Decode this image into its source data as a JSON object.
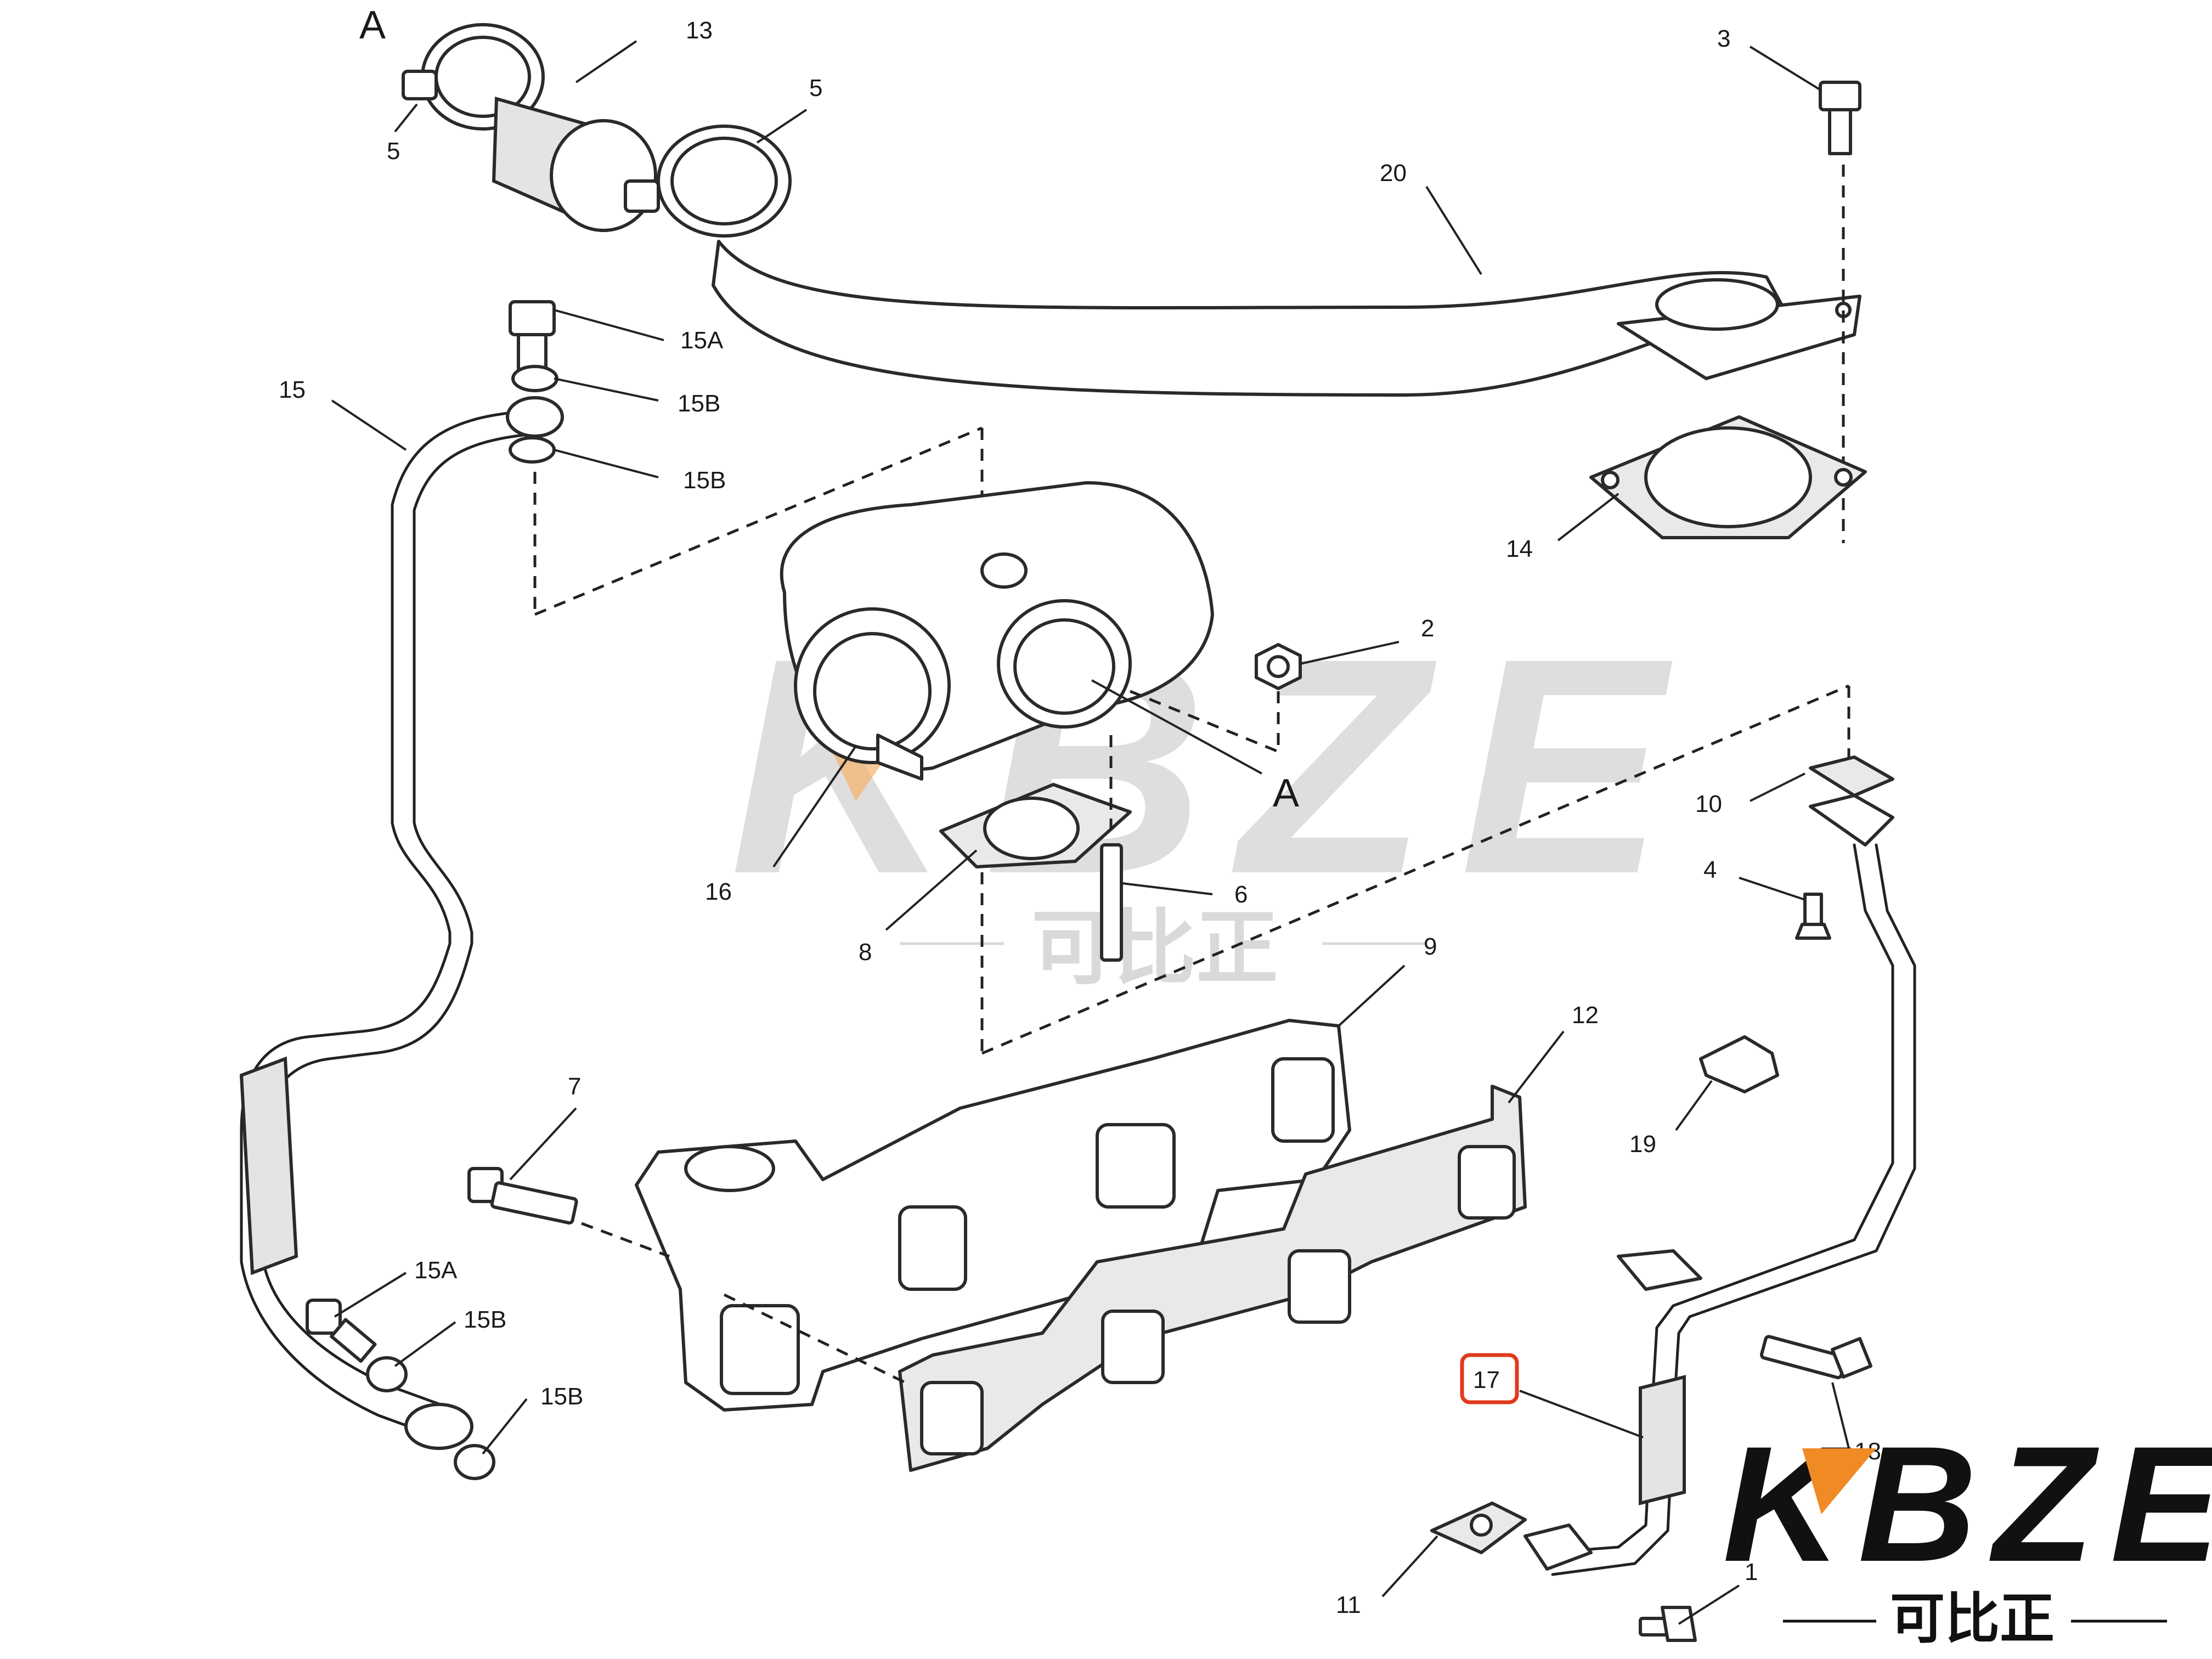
{
  "diagram": {
    "callouts": {
      "A_top": "A",
      "c13": "13",
      "c5_left": "5",
      "c5_right": "5",
      "c3": "3",
      "c20": "20",
      "c15A_top": "15A",
      "c15B_top1": "15B",
      "c15B_top2": "15B",
      "c15": "15",
      "c14": "14",
      "c2": "2",
      "A_mid": "A",
      "c16": "16",
      "c6": "6",
      "c8": "8",
      "c9": "9",
      "c10": "10",
      "c4": "4",
      "c12": "12",
      "c7": "7",
      "c19": "19",
      "c15A_bot": "15A",
      "c15B_bot1": "15B",
      "c15B_bot2": "15B",
      "c17": "17",
      "c18": "18",
      "c11": "11",
      "c1": "1"
    },
    "highlight_color": "#e03a1e"
  },
  "watermark": {
    "text": "KBZE",
    "subtext": "可比正"
  },
  "logo": {
    "text": "KBZE",
    "subtext": "可比正",
    "accent_color": "#f08a24"
  }
}
